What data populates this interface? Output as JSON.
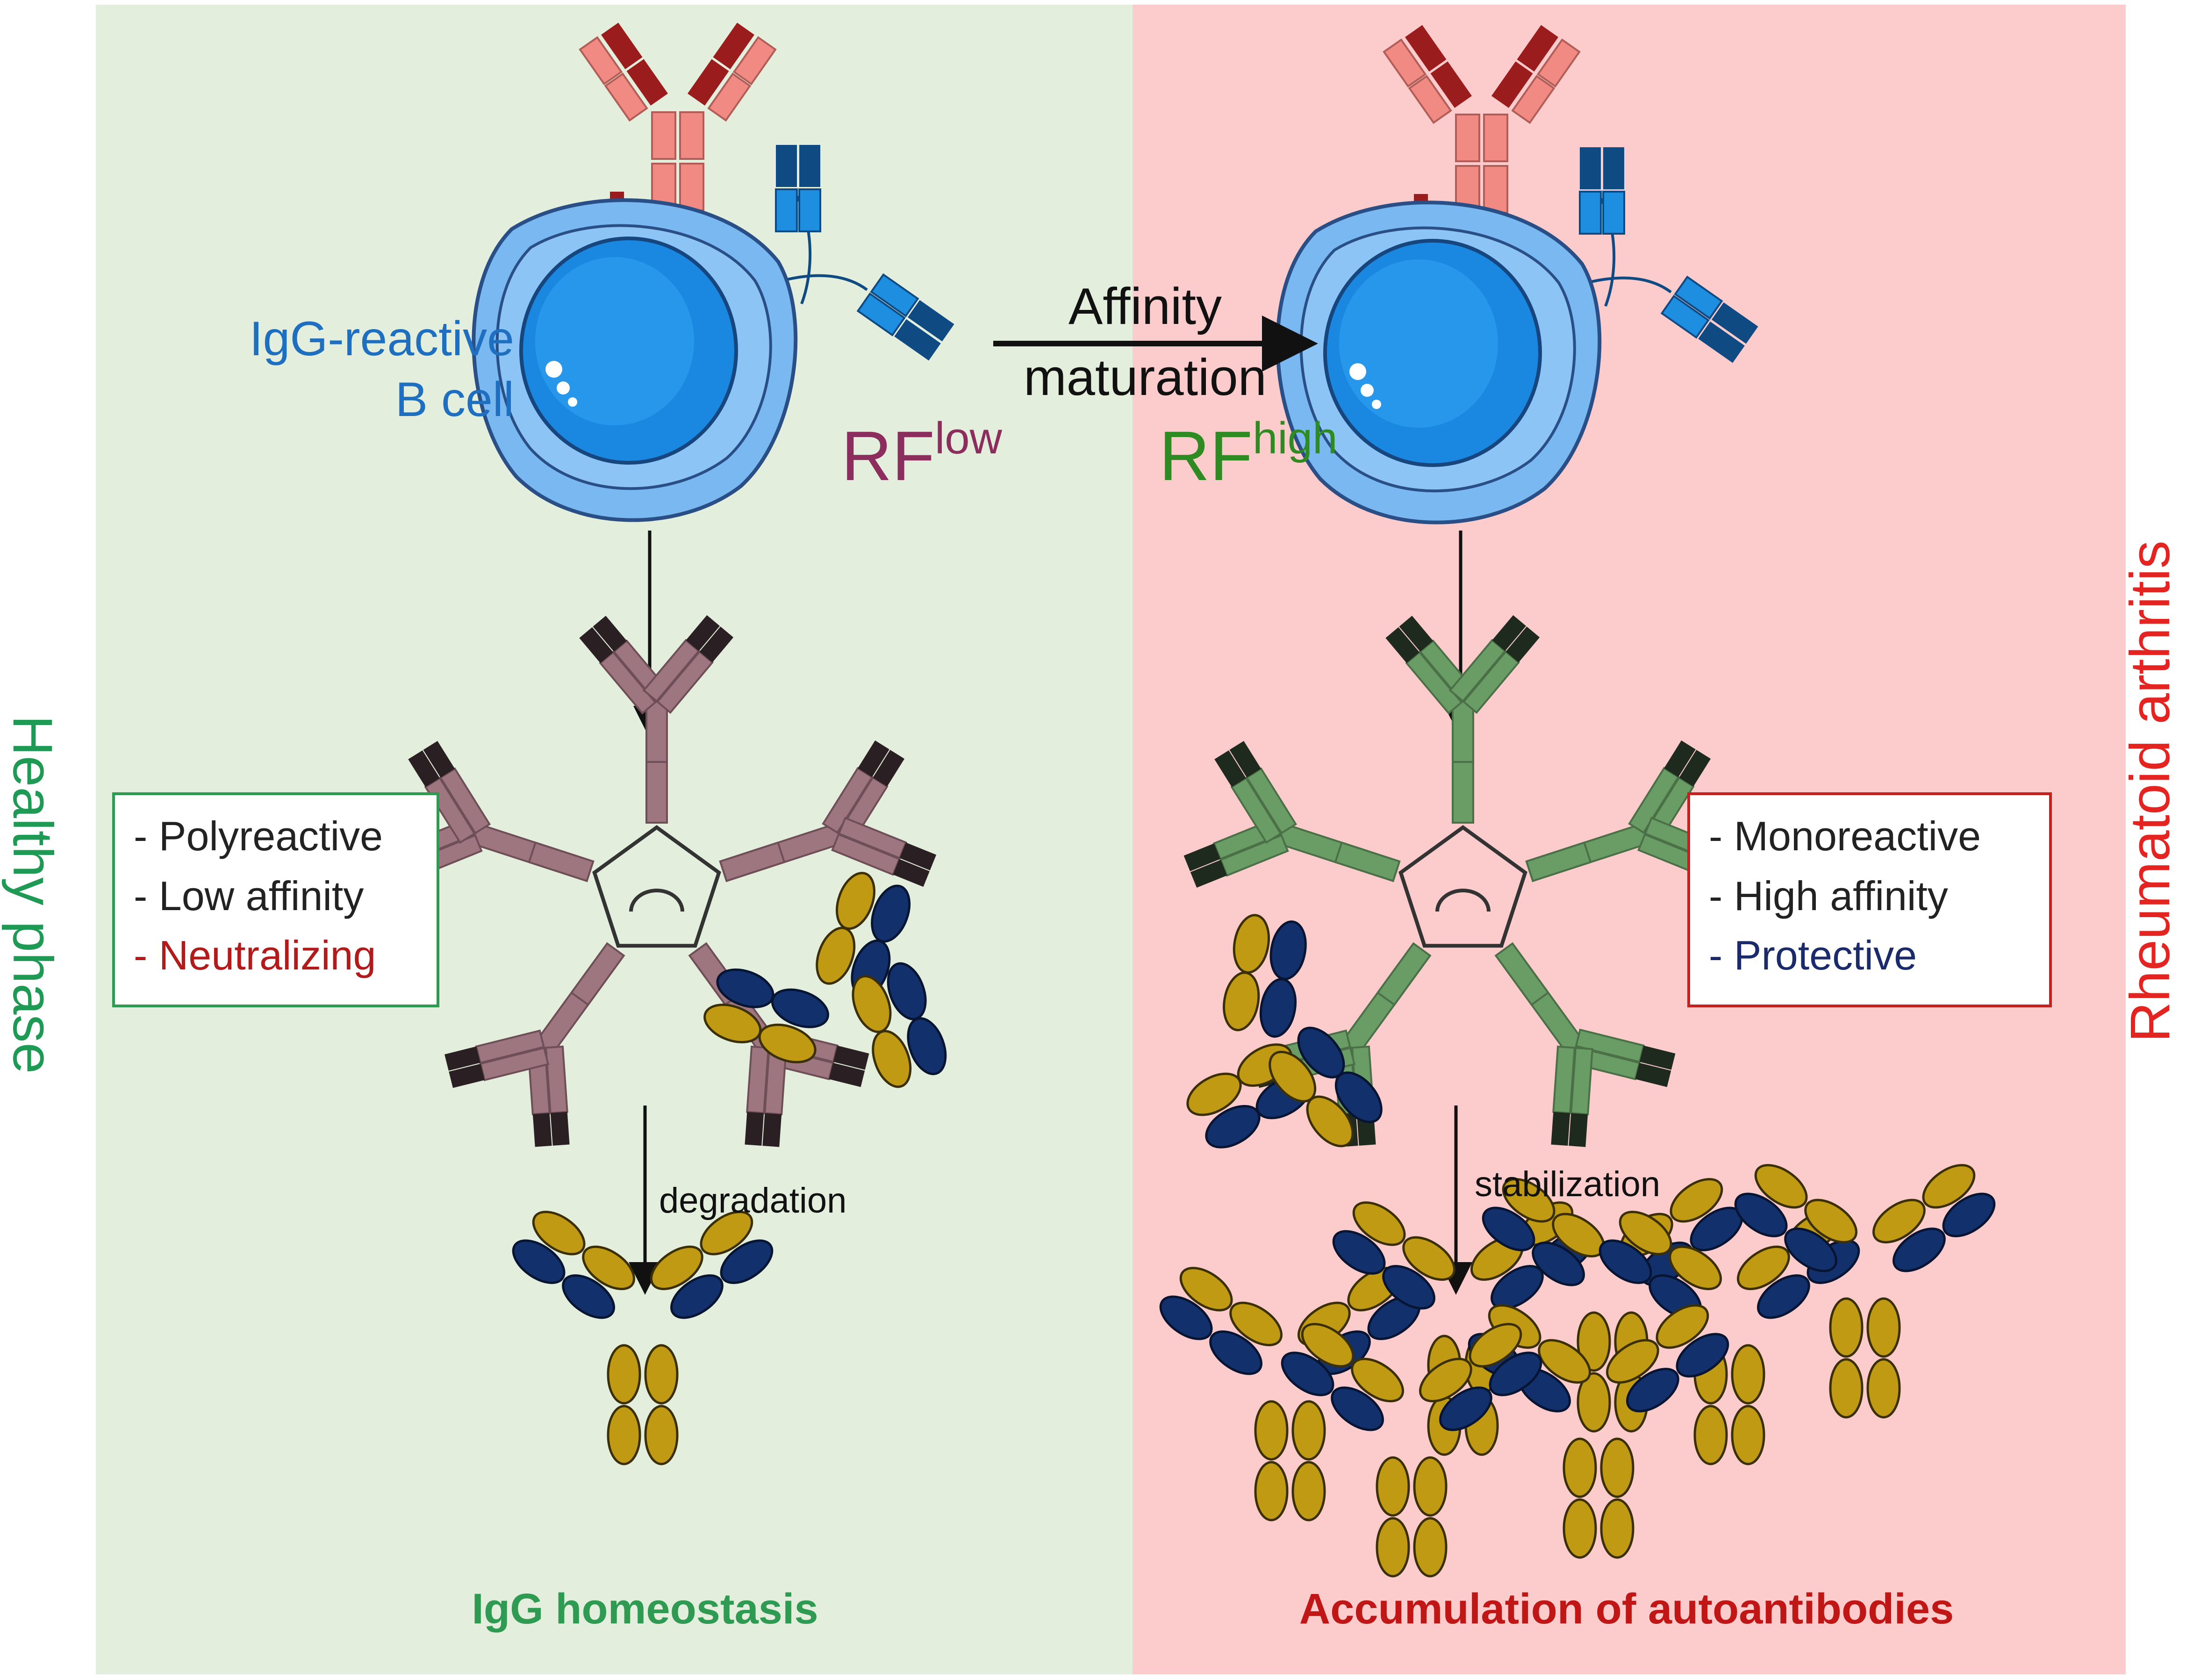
{
  "panels": {
    "left": {
      "label": "Healthy phase",
      "color": "#e3efdc",
      "label_color": "#1e9a55"
    },
    "right": {
      "label": "Rheumatoid arthritis",
      "color": "#fbcccb",
      "label_color": "#e32420"
    }
  },
  "bcell_label": {
    "line1": "IgG-reactive",
    "line2": "B cell"
  },
  "arrow_label": {
    "line1": "Affinity",
    "line2": "maturation"
  },
  "rf_low": {
    "base": "RF",
    "sup": "low",
    "color": "#8b2d5d"
  },
  "rf_high": {
    "base": "RF",
    "sup": "high",
    "color": "#2e8b22"
  },
  "left_box": {
    "items": [
      "- Polyreactive",
      "- Low affinity",
      "- Neutralizing"
    ],
    "accent": "#b31b1b",
    "border": "#2e9a52"
  },
  "right_box": {
    "items": [
      "- Monoreactive",
      "- High affinity",
      "- Protective"
    ],
    "accent": "#1b2a6b",
    "border": "#c42220"
  },
  "left_step": "degradation",
  "right_step": "stabilization",
  "left_outcome": {
    "text": "IgG homeostasis",
    "color": "#2e9a52"
  },
  "right_outcome": {
    "text": "Accumulation of autoantibodies",
    "color": "#c01616"
  },
  "colors": {
    "igg_heavy": "#bf9a12",
    "igg_light": "#12306b",
    "rf_low_body": "#9e7680",
    "rf_high_body": "#6a9c66",
    "bcr_red": "#f08a82",
    "bcr_dark_red": "#9b1c1c",
    "bcr_blue": "#1e8fe0",
    "bcr_dark_blue": "#0f4a82",
    "cell": "#79b8f0",
    "nucleus": "#1a88e0"
  }
}
